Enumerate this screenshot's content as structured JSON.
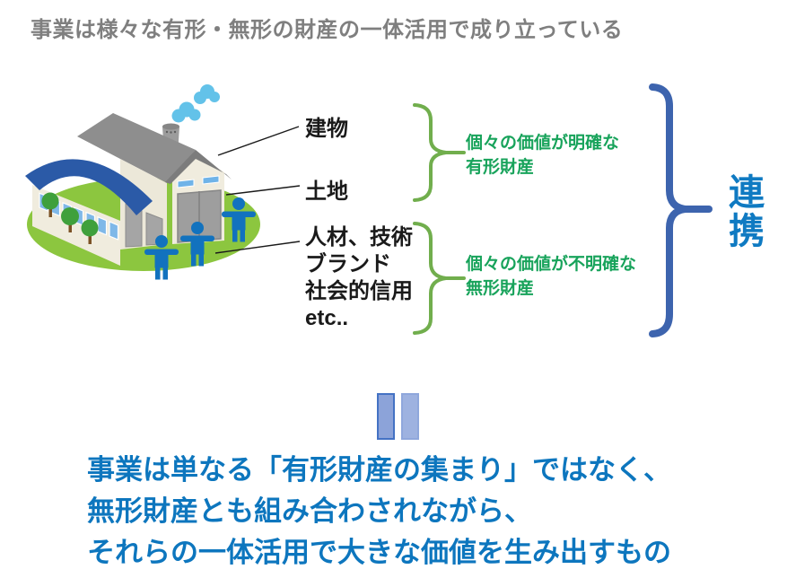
{
  "title": "事業は様々な有形・無形の財産の一体活用で成り立っている",
  "diagram": {
    "tangible_items": [
      "建物",
      "土地"
    ],
    "intangible_items": [
      "人材、技術",
      "ブランド",
      "社会的信用",
      "etc.."
    ],
    "tangible_note": {
      "line1": "個々の価値が明確な",
      "line2": "有形財産"
    },
    "intangible_note": {
      "line1": "個々の価値が不明確な",
      "line2": "無形財産"
    },
    "link_label": "連携",
    "icons": {
      "factory": "factory-illustration",
      "equals": "equals-icon",
      "tangible_brace": "green-curly-brace",
      "intangible_brace": "green-curly-brace",
      "link_brace": "blue-curly-brace"
    }
  },
  "conclusion": {
    "line1": "事業は単なる「有形財産の集まり」ではなく、",
    "line2": "無形財産とも組み合わされながら、",
    "line3": "それらの一体活用で大きな価値を生み出すもの"
  },
  "colors": {
    "title_gray": "#7F7F7F",
    "label_black": "#1A1A1A",
    "note_green": "#18A35B",
    "brace_green": "#71AE4D",
    "brace_blue": "#3D64AE",
    "link_blue": "#0F7AC2",
    "conclusion_blue": "#0D76BE",
    "equals_fill_left": "#8CA3D9",
    "equals_fill_right": "#9EB2E0",
    "equals_border": "#4472C4",
    "ground_green": "#8CC63F",
    "roof_blue": "#2B5AA7",
    "roof_gray": "#8E8E8E",
    "person_blue": "#1272BE"
  }
}
